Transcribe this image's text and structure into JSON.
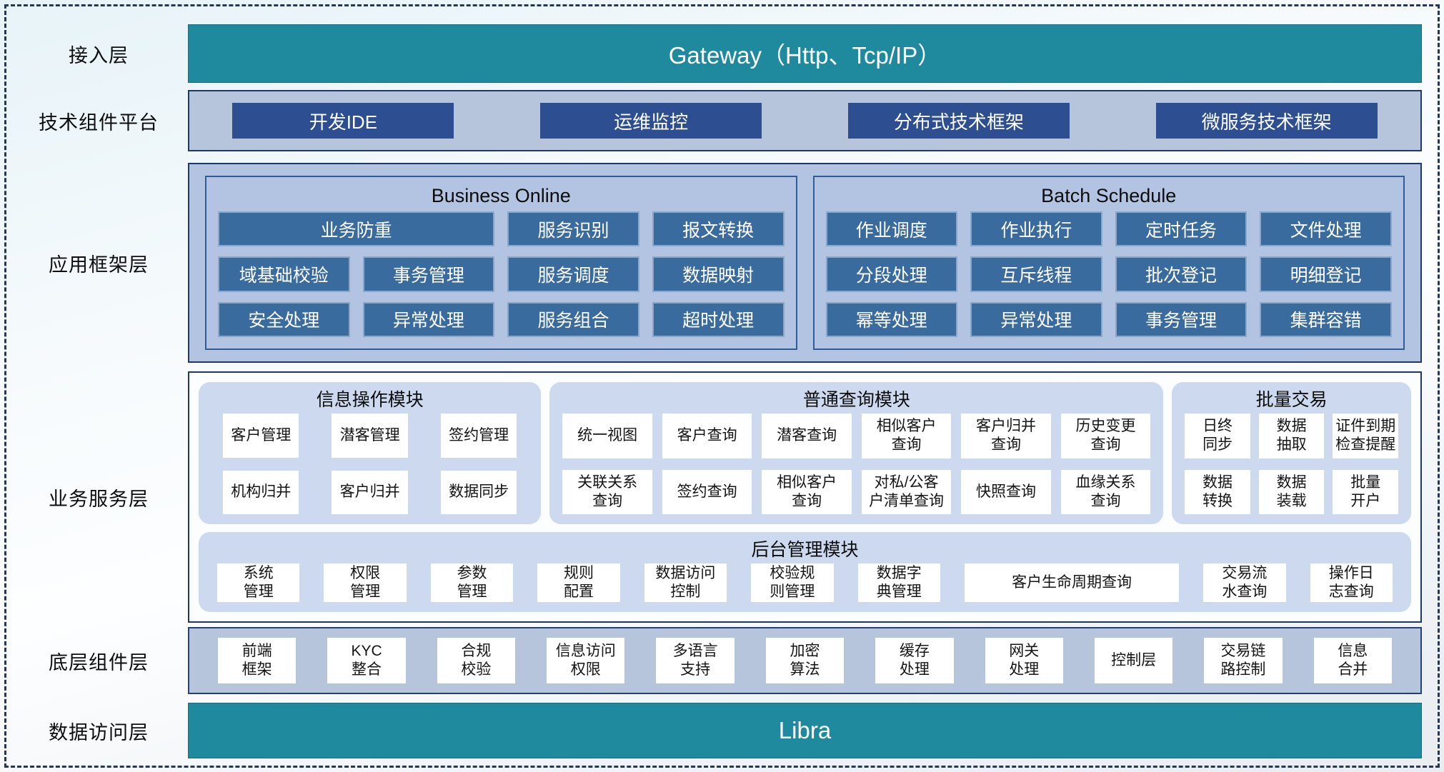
{
  "colors": {
    "teal_bar": "#1F8A9E",
    "dark_blue_button": "#2D4F91",
    "medium_blue_button": "#3A6B9E",
    "tech_container": "#B7C5DC",
    "framework_container": "#B2C4E1",
    "panel_blue": "#CCD9EF",
    "border_navy": "#1F3864"
  },
  "layers": {
    "access": {
      "label": "接入层",
      "bar": "Gateway（Http、Tcp/IP）"
    },
    "tech": {
      "label": "技术组件平台",
      "items": [
        "开发IDE",
        "运维监控",
        "分布式技术框架",
        "微服务技术框架"
      ]
    },
    "framework": {
      "label": "应用框架层",
      "business_online": {
        "title": "Business Online",
        "rows": [
          [
            "业务防重",
            "服务识别",
            "报文转换"
          ],
          [
            "域基础校验",
            "事务管理",
            "服务调度",
            "数据映射"
          ],
          [
            "安全处理",
            "异常处理",
            "服务组合",
            "超时处理"
          ]
        ]
      },
      "batch_schedule": {
        "title": "Batch Schedule",
        "rows": [
          [
            "作业调度",
            "作业执行",
            "定时任务",
            "文件处理"
          ],
          [
            "分段处理",
            "互斥线程",
            "批次登记",
            "明细登记"
          ],
          [
            "幂等处理",
            "异常处理",
            "事务管理",
            "集群容错"
          ]
        ]
      }
    },
    "service": {
      "label": "业务服务层",
      "info_module": {
        "title": "信息操作模块",
        "items": [
          "客户管理",
          "潜客管理",
          "签约管理",
          "机构归并",
          "客户归并",
          "数据同步"
        ]
      },
      "query_module": {
        "title": "普通查询模块",
        "items": [
          "统一视图",
          "客户查询",
          "潜客查询",
          "相似客户\n查询",
          "客户归并\n查询",
          "历史变更\n查询",
          "关联关系\n查询",
          "签约查询",
          "相似客户\n查询",
          "对私/公客\n户清单查询",
          "快照查询",
          "血缘关系\n查询"
        ]
      },
      "batch_module": {
        "title": "批量交易",
        "items": [
          "日终\n同步",
          "数据\n抽取",
          "证件到期\n检查提醒",
          "数据\n转换",
          "数据\n装载",
          "批量\n开户"
        ]
      },
      "admin_module": {
        "title": "后台管理模块",
        "items": [
          "系统\n管理",
          "权限\n管理",
          "参数\n管理",
          "规则\n配置",
          "数据访问\n控制",
          "校验规\n则管理",
          "数据字\n典管理",
          "客户生命周期查询",
          "交易流\n水查询",
          "操作日\n志查询"
        ]
      }
    },
    "base": {
      "label": "底层组件层",
      "items": [
        "前端\n框架",
        "KYC\n整合",
        "合规\n校验",
        "信息访问\n权限",
        "多语言\n支持",
        "加密\n算法",
        "缓存\n处理",
        "网关\n处理",
        "控制层",
        "交易链\n路控制",
        "信息\n合并"
      ]
    },
    "data": {
      "label": "数据访问层",
      "bar": "Libra"
    }
  }
}
